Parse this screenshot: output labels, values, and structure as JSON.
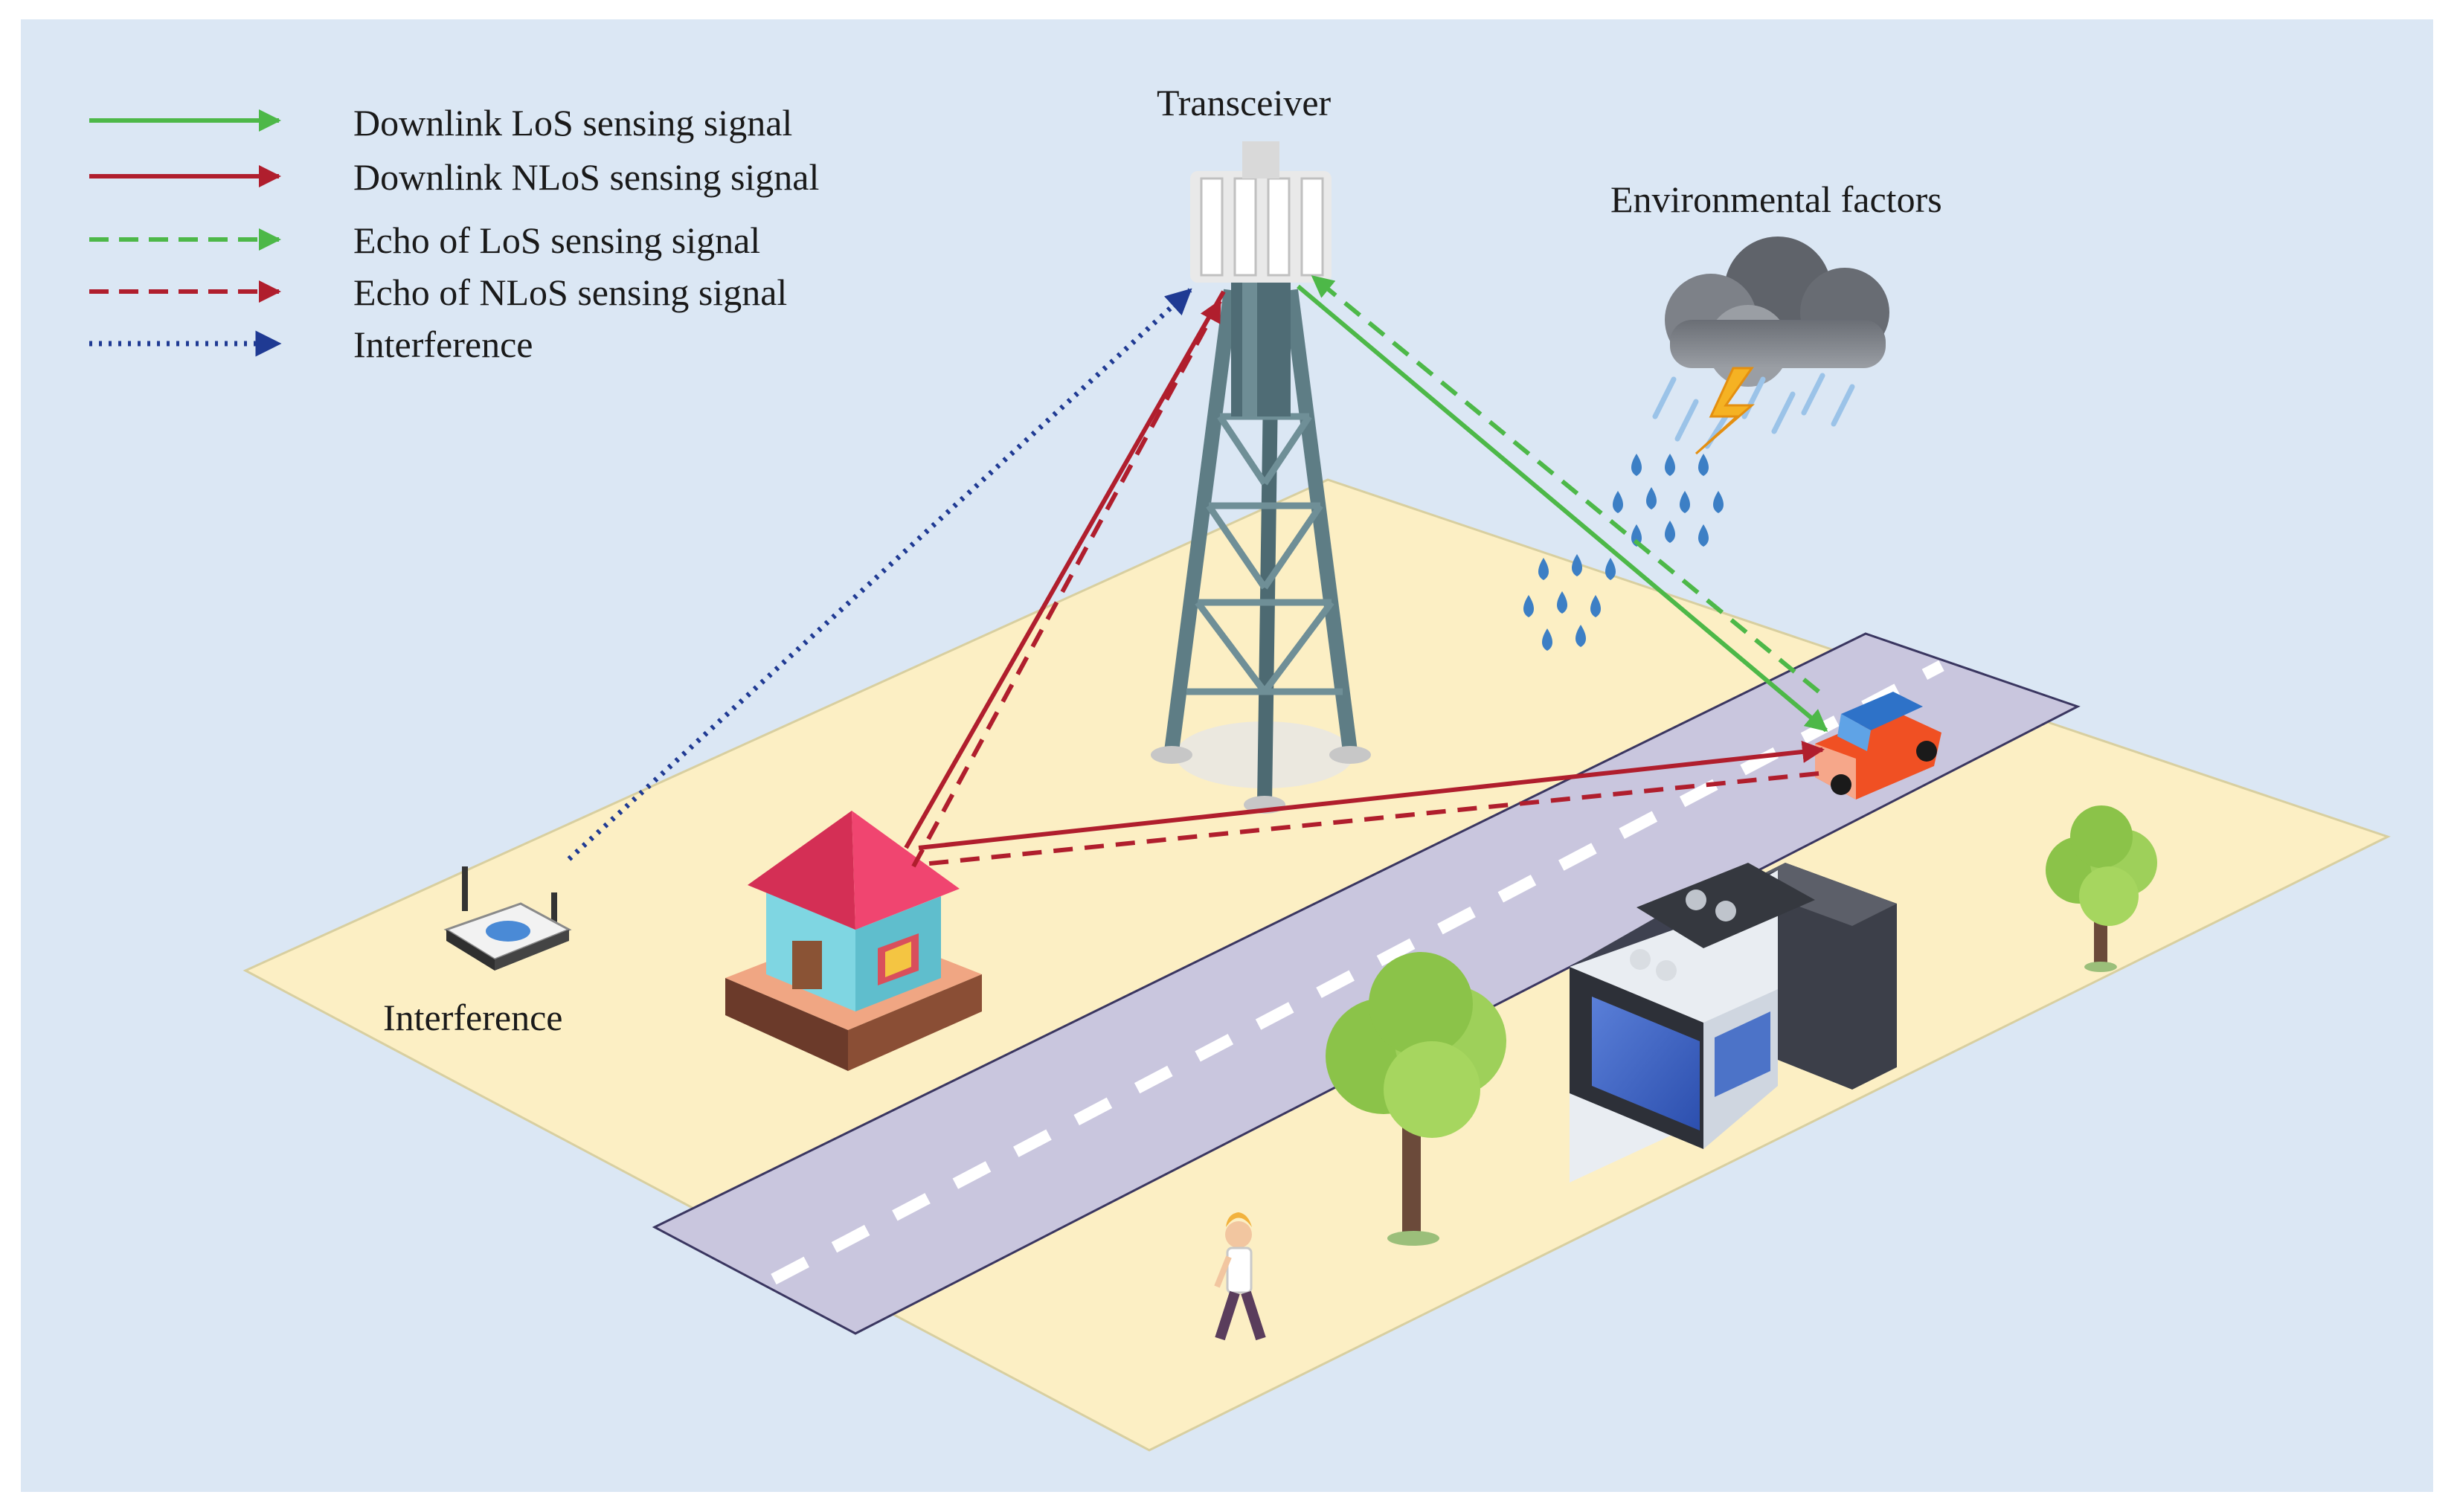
{
  "colors": {
    "background": "#dbe7f4",
    "ground": "#fcefc4",
    "road": "#c9c6de",
    "los": "#4db848",
    "nlos": "#b01e2d",
    "interference": "#1f3a93"
  },
  "legend": [
    {
      "label": "Downlink LoS sensing signal",
      "style": "solid",
      "color": "#4db848"
    },
    {
      "label": "Downlink NLoS sensing signal",
      "style": "solid",
      "color": "#b01e2d"
    },
    {
      "label": "Echo of LoS sensing signal",
      "style": "dashed",
      "color": "#4db848"
    },
    {
      "label": "Echo of NLoS sensing signal",
      "style": "dashed",
      "color": "#b01e2d"
    },
    {
      "label": "Interference",
      "style": "dotted",
      "color": "#1f3a93"
    }
  ],
  "labels": {
    "transceiver": "Transceiver",
    "environmental": "Environmental factors",
    "interference": "Interference"
  },
  "icons": [
    "cell-tower-icon",
    "storm-cloud-icon",
    "lightning-icon",
    "raindrop-icon",
    "router-icon",
    "house-icon",
    "car-icon",
    "office-building-icon",
    "tree-icon",
    "pedestrian-icon"
  ]
}
